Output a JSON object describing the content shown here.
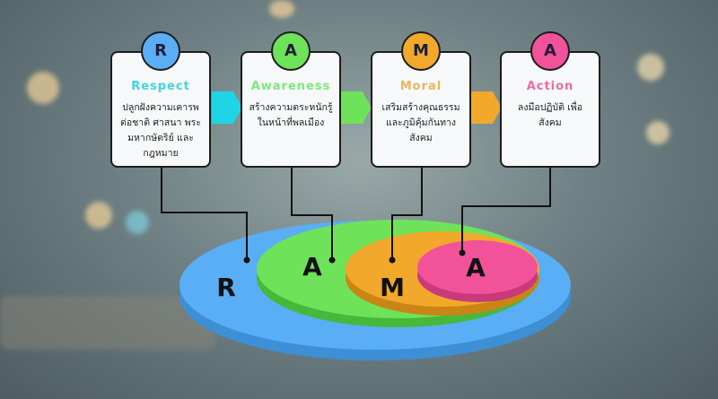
{
  "steps": [
    {
      "letter": "R",
      "title": "Respect",
      "desc": "ปลูกฝังความเคารพ ต่อชาติ ศาสนา พระมหากษัตริย์ และกฎหมาย",
      "color": "#5aaef5",
      "title_color": "#3fd6e0"
    },
    {
      "letter": "A",
      "title": "Awareness",
      "desc": "สร้างความตระหนักรู้ ในหน้าที่พลเมือง",
      "color": "#6ee35a",
      "title_color": "#7ee87a"
    },
    {
      "letter": "M",
      "title": "Moral",
      "desc": "เสริมสร้างคุณธรรม และภูมิคุ้มกันทาง สังคม",
      "color": "#f2a82a",
      "title_color": "#e9b659"
    },
    {
      "letter": "A",
      "title": "Action",
      "desc": "ลงมือปฏิบัติ เพื่อสังคม",
      "color": "#f2529a",
      "title_color": "#ee6aa4"
    }
  ],
  "arrow_colors": [
    "#1ed4e6",
    "#6ee35a",
    "#f2a82a"
  ],
  "rings": {
    "r": "R",
    "a": "A",
    "m": "M",
    "a2": "A"
  }
}
